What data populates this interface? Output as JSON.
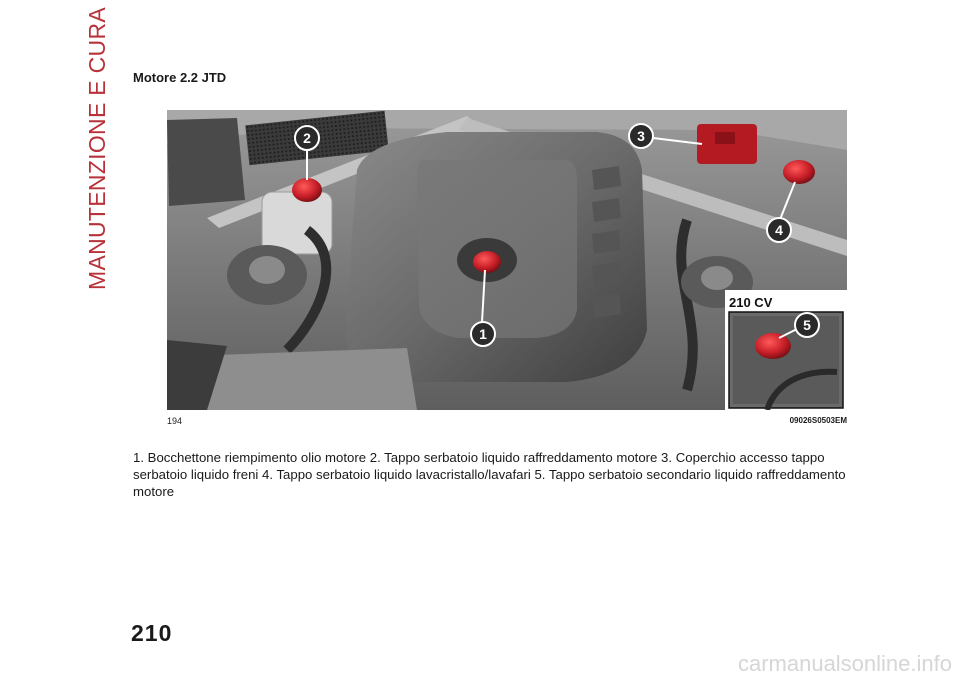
{
  "side_title": "MANUTENZIONE E CURA",
  "section_title": "Motore 2.2 JTD",
  "figure": {
    "inset_label": "210 CV",
    "callouts": [
      "1",
      "2",
      "3",
      "4",
      "5"
    ],
    "number": "194",
    "code": "09026S0503EM",
    "colors": {
      "cap_red": "#c81e28",
      "callout_dark": "#2a2a2a",
      "engine_grey": "#6e6e6e"
    }
  },
  "caption": "1. Bocchettone riempimento olio motore 2. Tappo serbatoio liquido raffreddamento motore 3. Coperchio accesso tappo serbatoio liquido freni 4. Tappo serbatoio liquido lavacristallo/lavafari 5. Tappo serbatoio secondario liquido raffreddamento motore",
  "page_number": "210",
  "watermark": "carmanualsonline.info"
}
